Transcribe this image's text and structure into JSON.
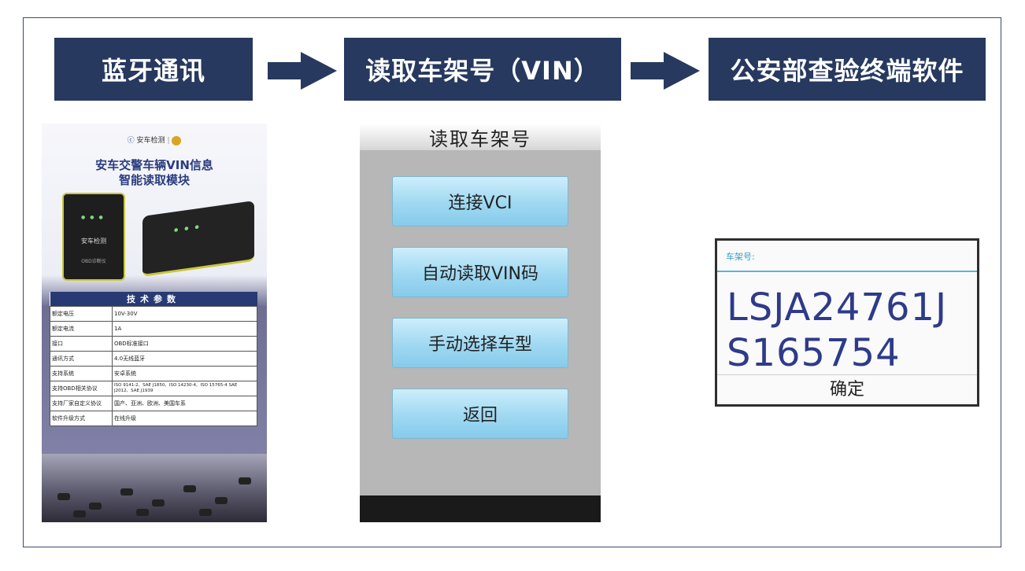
{
  "steps": [
    "蓝牙通讯",
    "读取车架号（VIN）",
    "公安部查验终端软件"
  ],
  "colors": {
    "step_bg": "#27395f",
    "button_blue": "#9fd8f2",
    "vin_text": "#2e3b8a",
    "label_blue": "#3a9bc6"
  },
  "poster": {
    "brand": "安车检测",
    "title_line1": "安车交警车辆VIN信息",
    "title_line2": "智能读取模块",
    "device_label": "安车检测",
    "device_sublabel": "OBD诊断仪",
    "spec_title": "技术参数",
    "spec_rows": [
      [
        "额定电压",
        "10V-30V"
      ],
      [
        "额定电流",
        "1A"
      ],
      [
        "接口",
        "OBD标准接口"
      ],
      [
        "通讯方式",
        "4.0无线蓝牙"
      ],
      [
        "支持系统",
        "安卓系统"
      ],
      [
        "支持OBD相关协议",
        "ISO 9141-2、SAE J1850、ISO 14230-4、ISO 15765-4 SAE J2012、SAE J1939"
      ],
      [
        "支持厂家自定义协议",
        "国产、亚洲、欧洲、美国车系"
      ],
      [
        "软件升级方式",
        "在线升级"
      ]
    ]
  },
  "phone": {
    "title": "读取车架号",
    "buttons": [
      "连接VCI",
      "自动读取VIN码",
      "手动选择车型",
      "返回"
    ]
  },
  "dialog": {
    "label": "车架号:",
    "vin_line1": "LSJA24761J",
    "vin_line2": "S165754",
    "ok": "确定"
  }
}
